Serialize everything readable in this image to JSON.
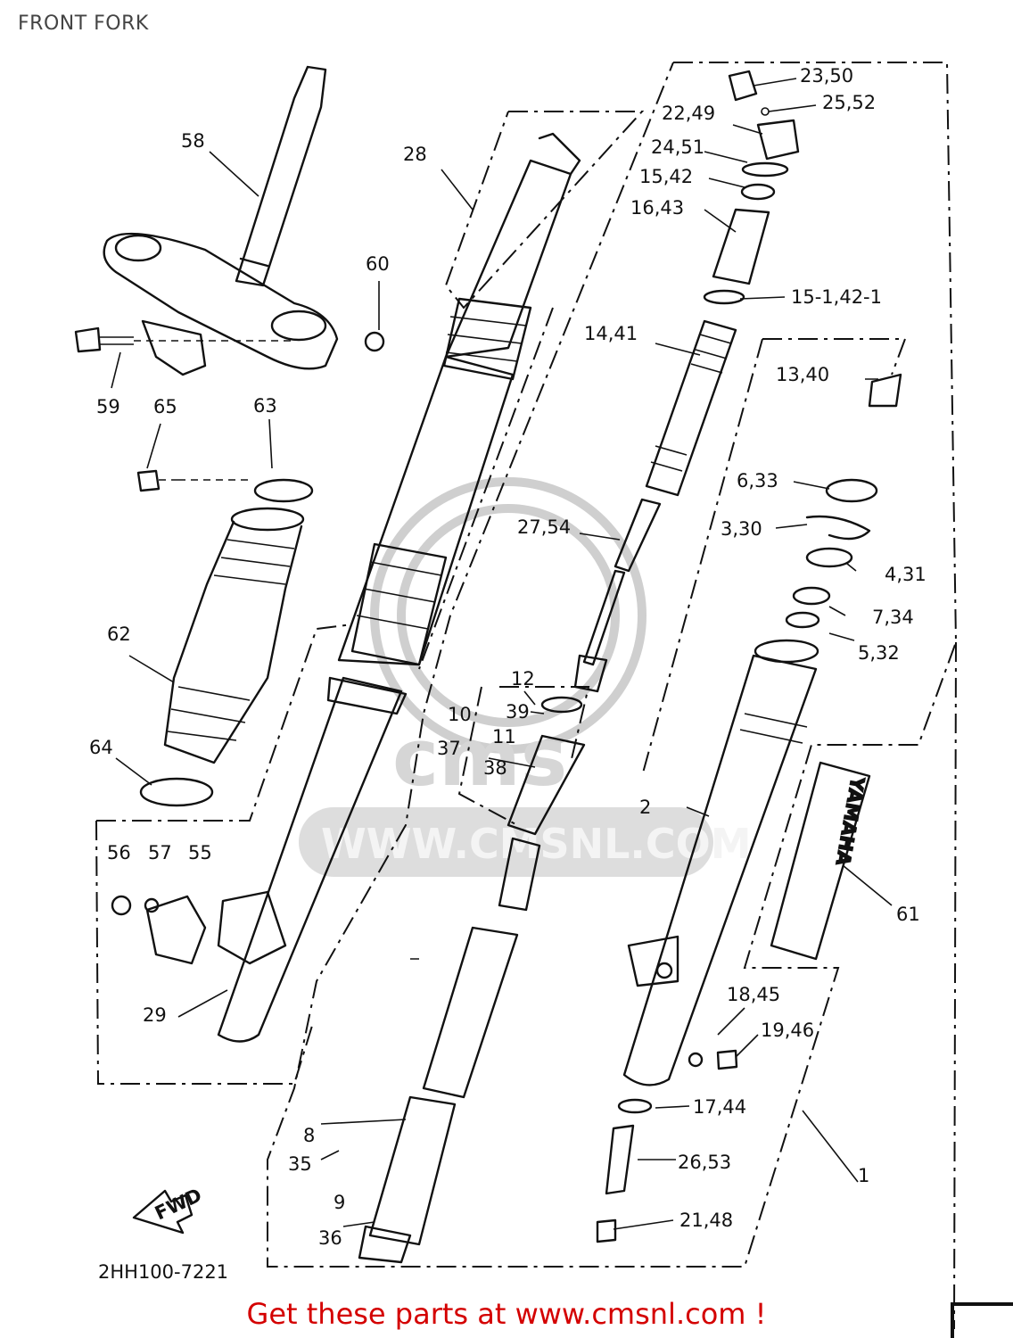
{
  "page": {
    "title": "FRONT FORK"
  },
  "labels": {
    "l58": "58",
    "l28": "28",
    "l60": "60",
    "l59": "59",
    "l65": "65",
    "l63": "63",
    "l62": "62",
    "l64": "64",
    "l56": "56",
    "l57": "57",
    "l55": "55",
    "l29": "29",
    "l23_50": "23,50",
    "l25_52": "25,52",
    "l22_49": "22,49",
    "l24_51": "24,51",
    "l15_42": "15,42",
    "l16_43": "16,43",
    "l15_1": "15-1,42-1",
    "l14_41": "14,41",
    "l13_40": "13,40",
    "l6_33": "6,33",
    "l27_54": "27,54",
    "l3_30": "3,30",
    "l4_31": "4,31",
    "l7_34": "7,34",
    "l5_32": "5,32",
    "l12": "12",
    "l39": "39",
    "l10": "10",
    "l37": "37",
    "l11": "11",
    "l38": "38",
    "l2": "2",
    "l61": "61",
    "l18_45": "18,45",
    "l19_46": "19,46",
    "l17_44": "17,44",
    "l8": "8",
    "l35": "35",
    "l26_53": "26,53",
    "l1": "1",
    "l9": "9",
    "l36": "36",
    "l21_48": "21,48"
  },
  "fwd_badge": "FWD",
  "brand_decal": "YAMAHA",
  "diagram_code": "2HH100-7221",
  "watermark": {
    "url_text": "WWW.CMSNL.COM",
    "logo_text": "cms"
  },
  "footer": {
    "text": "Get these parts at www.cmsnl.com !",
    "color": "#d40000"
  }
}
